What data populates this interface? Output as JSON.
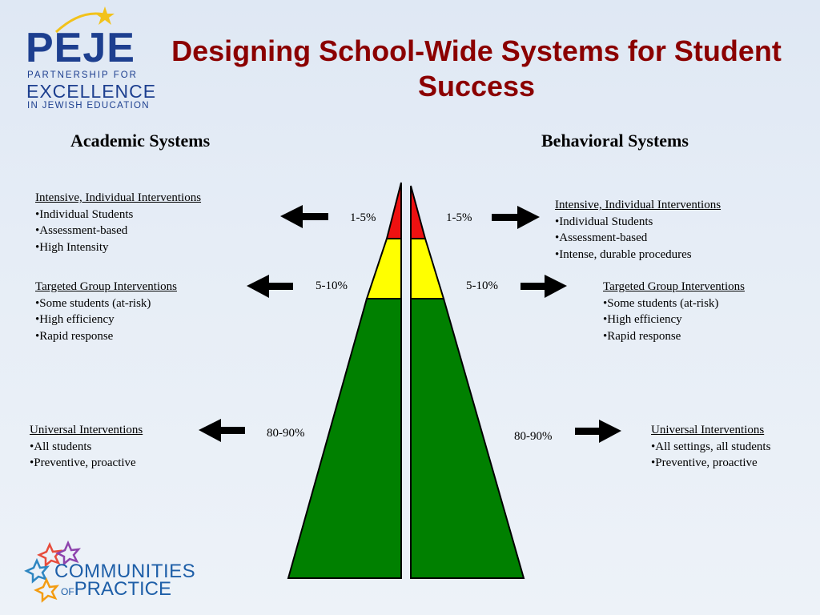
{
  "title": "Designing School-Wide Systems for Student Success",
  "logo_top": {
    "name": "PEJE",
    "line1": "PARTNERSHIP FOR",
    "line2": "EXCELLENCE",
    "line3": "IN JEWISH EDUCATION"
  },
  "logo_bottom": {
    "line1": "COMMUNITIES",
    "line2_prefix": "OF",
    "line2": "PRACTICE"
  },
  "academic": {
    "heading": "Academic Systems",
    "tiers": [
      {
        "heading": "Intensive, Individual Interventions",
        "items": [
          "•Individual Students",
          "•Assessment-based",
          "•High Intensity"
        ],
        "percent": "1-5%"
      },
      {
        "heading": "Targeted Group Interventions",
        "items": [
          "•Some students (at-risk)",
          "•High efficiency",
          "•Rapid response"
        ],
        "percent": "5-10%"
      },
      {
        "heading": "Universal Interventions",
        "items": [
          "•All students",
          "•Preventive,  proactive"
        ],
        "percent": "80-90%"
      }
    ]
  },
  "behavioral": {
    "heading": "Behavioral Systems",
    "tiers": [
      {
        "heading": "Intensive, Individual Interventions",
        "items": [
          "•Individual Students",
          "•Assessment-based",
          "•Intense, durable procedures"
        ],
        "percent": "1-5%"
      },
      {
        "heading": "Targeted Group Interventions",
        "items": [
          "•Some students (at-risk)",
          "•High efficiency",
          "•Rapid response"
        ],
        "percent": "5-10%"
      },
      {
        "heading": "Universal Interventions",
        "items": [
          "•All settings, all students",
          "•Preventive,  proactive"
        ],
        "percent": "80-90%"
      }
    ]
  },
  "colors": {
    "title": "#8b0000",
    "tier_intensive": "#ee1111",
    "tier_targeted": "#ffff00",
    "tier_universal": "#008000",
    "logo_blue": "#1d3f8f"
  }
}
